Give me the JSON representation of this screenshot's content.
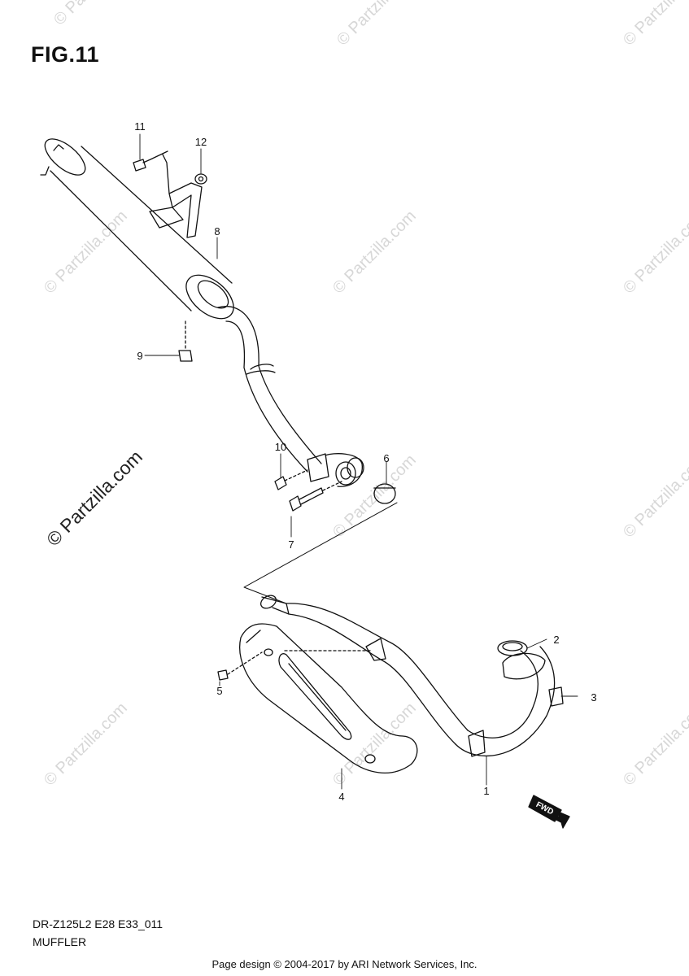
{
  "figure": {
    "title": "FIG.11"
  },
  "callouts": [
    "1",
    "2",
    "3",
    "4",
    "5",
    "6",
    "7",
    "8",
    "9",
    "10",
    "11",
    "12"
  ],
  "direction_label": "FWD",
  "watermark": {
    "text": "© Partzilla.com"
  },
  "model_code": "DR-Z125L2 E28 E33_011",
  "part_name": "MUFFLER",
  "footer": "Page design © 2004-2017 by ARI Network Services, Inc."
}
